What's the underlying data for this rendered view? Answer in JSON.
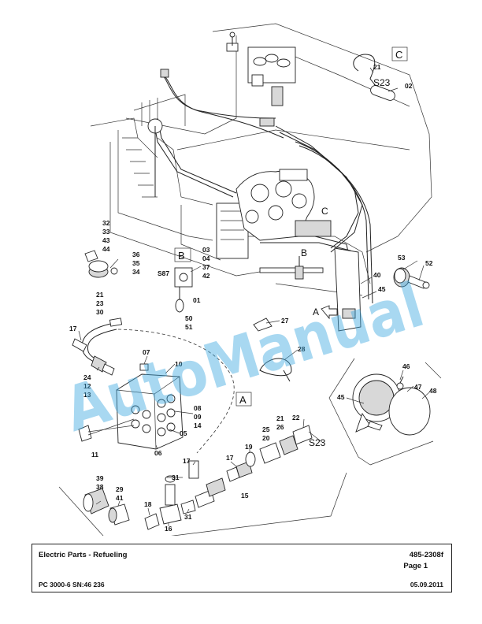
{
  "diagram": {
    "view_labels": {
      "a": "A",
      "b": "B",
      "c": "C"
    },
    "arrow_labels": {
      "a": "A",
      "b": "B",
      "c": "C"
    },
    "part_labels": {
      "p21_top": "21",
      "p02": "02",
      "sensor_s23_top": "S23",
      "p32": "32",
      "p33": "33",
      "p43": "43",
      "p44": "44",
      "p36": "36",
      "p35": "35",
      "p34": "34",
      "p03": "03",
      "p04": "04",
      "p37": "37",
      "p42": "42",
      "s87": "S87",
      "p01": "01",
      "p50": "50",
      "p51": "51",
      "p53": "53",
      "p52": "52",
      "p40": "40",
      "p45_right": "45",
      "p27": "27",
      "p28": "28",
      "p21_left": "21",
      "p23": "23",
      "p30": "30",
      "p17_left": "17",
      "p24": "24",
      "p12": "12",
      "p13": "13",
      "p07": "07",
      "p10": "10",
      "p08": "08",
      "p09": "09",
      "p14": "14",
      "p05": "05",
      "p06": "06",
      "p11": "11",
      "p46": "46",
      "p47": "47",
      "p48": "48",
      "p45_light": "45",
      "p21_mid": "21",
      "p22": "22",
      "p26": "26",
      "p25": "25",
      "p20": "20",
      "sensor_s23_bottom": "S23",
      "p19": "19",
      "p17_mid": "17",
      "p17_low": "17",
      "p31_a": "31",
      "p15": "15",
      "p39": "39",
      "p38": "38",
      "p29": "29",
      "p41": "41",
      "p18": "18",
      "p16": "16",
      "p31_b": "31"
    },
    "watermark": "AutoManual"
  },
  "title_block": {
    "title": "Electric Parts - Refueling",
    "doc_number": "485-2308f",
    "page": "Page 1",
    "model": "PC 3000-6 SN:46 236",
    "date": "05.09.2011"
  }
}
